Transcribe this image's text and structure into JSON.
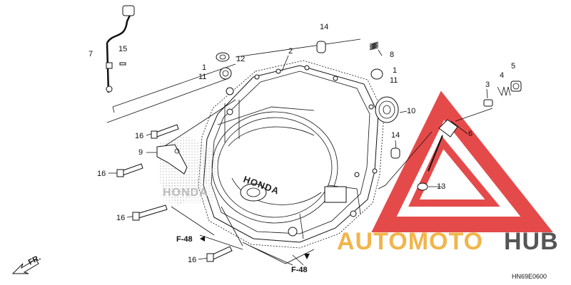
{
  "diagram": {
    "code": "HN69E0600",
    "front_label": "FR.",
    "cover_brand": "HONDA",
    "cover_brand_lower": "HONDA",
    "references": {
      "f48_left": "F-48",
      "f48_bottom": "F-48"
    },
    "callouts": {
      "p1_top": "1",
      "p1_right": "1",
      "p2": "2",
      "p3": "3",
      "p4": "4",
      "p5": "5",
      "p6": "6",
      "p7": "7",
      "p8": "8",
      "p9": "9",
      "p10": "10",
      "p11_top": "11",
      "p11_right": "11",
      "p12": "12",
      "p13": "13",
      "p14_top": "14",
      "p14_mid": "14",
      "p15": "15",
      "p16_a": "16",
      "p16_b": "16",
      "p16_c": "16",
      "p16_d": "16"
    }
  },
  "watermark": {
    "part1": "AUTOMOTO",
    "part2": "HUB",
    "colors": {
      "triangle": "#e02a2a",
      "auto": "#f2b54a",
      "hub": "#555555"
    }
  }
}
